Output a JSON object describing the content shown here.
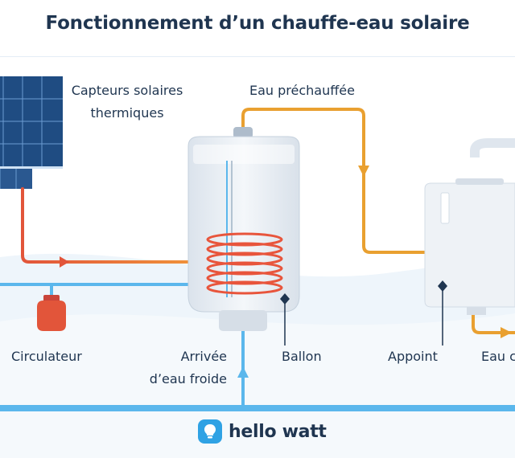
{
  "title": "Fonctionnement d’un chauffe-eau solaire",
  "labels": {
    "capteurs_line1": "Capteurs solaires",
    "capteurs_line2": "thermiques",
    "eau_prechauffee": "Eau préchauffée",
    "circulateur": "Circulateur",
    "arrivee_line1": "Arrivée",
    "arrivee_line2": "d’eau froide",
    "ballon": "Ballon",
    "appoint": "Appoint",
    "eau_chaude_partial": "Eau c"
  },
  "logo": {
    "text": "hello watt",
    "icon": "lightbulb-icon"
  },
  "colors": {
    "title": "#1f3550",
    "cold_pipe": "#5bb7ec",
    "hot_pipe": "#e8663c",
    "preheated_pipe": "#e9a030",
    "coil": "#e8553c",
    "tank": "#e9eef4",
    "panel": "#1f4c82",
    "accent": "#2fa2e4",
    "background_wave": "#eef5fb"
  }
}
